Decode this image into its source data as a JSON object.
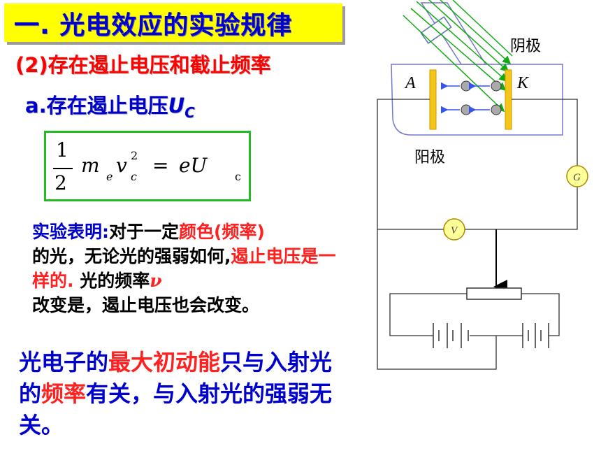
{
  "title": "一. 光电效应的实验规律",
  "subtitle": "(2)存在遏止电压和截止频率",
  "section": {
    "prefix": "a.",
    "text": "存在遏止电压",
    "symbol": "U",
    "symbol_sub": "C"
  },
  "formula": {
    "num": "1",
    "den": "2",
    "m": "m",
    "e_sub": "e",
    "v": "v",
    "v_sup": "2",
    "c_sub": "c",
    "equals": "=",
    "rhs": "eU",
    "rhs_sub": "c"
  },
  "finding": {
    "label": "实验表明:",
    "t1": "对于一定",
    "r1": "颜色(频率)",
    "t2": "的光，无论光的强弱如何,",
    "r2": "遏止电压是一样的.",
    "t3": " 光的频率",
    "nu": "ν",
    "t4": "改变是，遏止电压也会改变。"
  },
  "conclusion": {
    "b1": "光电子的",
    "r1": "最大初动能",
    "b2": "只与入射光的",
    "r2": "频率",
    "b3": "有关，与入射光的强弱无关。"
  },
  "diagram": {
    "cathode_label": "阴极",
    "anode_label": "阳极",
    "plate_a": "A",
    "plate_k": "K",
    "galvanometer": "G",
    "voltmeter": "V",
    "colors": {
      "light_rays": "#11aa11",
      "plates": "#f5c518",
      "meter_fill": "#ffff99",
      "electron_arrow": "#3355ee"
    }
  }
}
